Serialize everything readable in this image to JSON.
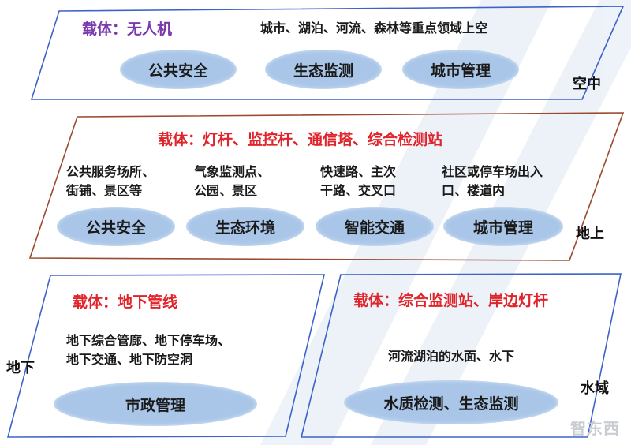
{
  "colors": {
    "sky_border": "#3d63c9",
    "ground_border": "#9b4a2e",
    "pill_fill": "#a9c6e8",
    "carrier_purple": "#7b3ab0",
    "carrier_red": "#e0242b"
  },
  "sky": {
    "carrier": "载体：无人机",
    "description": "城市、湖泊、河流、森林等重点领域上空",
    "pills": [
      "公共安全",
      "生态监测",
      "城市管理"
    ],
    "zone_label": "空中"
  },
  "ground": {
    "carrier": "载体：灯杆、监控杆、通信塔、综合检测站",
    "descriptions": [
      {
        "line1": "公共服务场所、",
        "line2": "街铺、景区等"
      },
      {
        "line1": "气象监测点、",
        "line2": "公园、景区"
      },
      {
        "line1": "快速路、主次",
        "line2": "干路、交叉口"
      },
      {
        "line1": "社区或停车场出入",
        "line2": "口、楼道内"
      }
    ],
    "pills": [
      "公共安全",
      "生态环境",
      "智能交通",
      "城市管理"
    ],
    "zone_label": "地上"
  },
  "underground": {
    "carrier": "载体：地下管线",
    "description_line1": "地下综合管廊、地下停车场、",
    "description_line2": "地下交通、地下防空洞",
    "pill": "市政管理",
    "zone_label": "地下"
  },
  "water": {
    "carrier": "载体：综合监测站、岸边灯杆",
    "description": "河流湖泊的水面、水下",
    "pill": "水质检测、生态监测",
    "zone_label": "水域"
  },
  "watermark": {
    "logo": "智东西"
  }
}
